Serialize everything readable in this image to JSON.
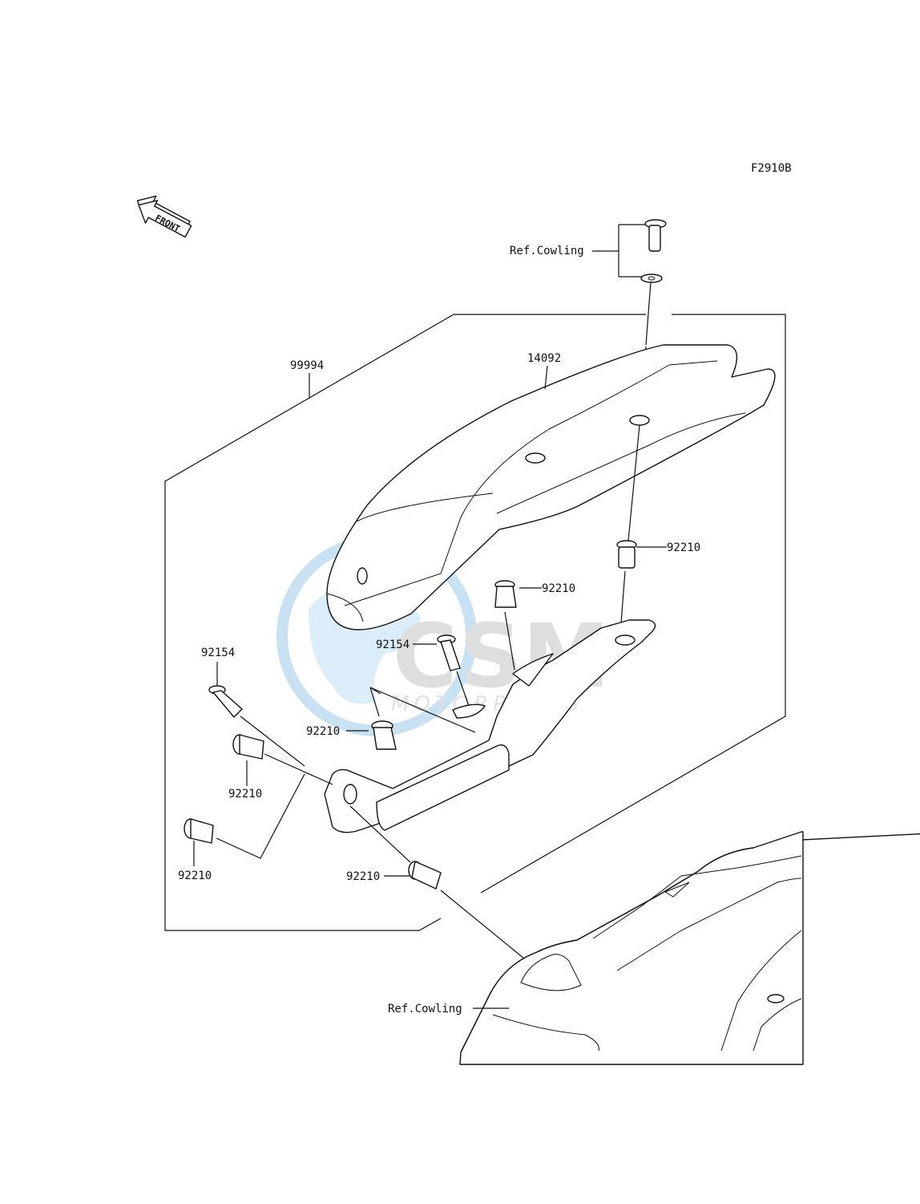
{
  "diagram_code": "F2910B",
  "front_label": "FRONT",
  "watermark": {
    "brand": "CSM",
    "sub": "MOTORPARTS"
  },
  "callouts": {
    "ref_cowling_top": "Ref.Cowling",
    "ref_cowling_bottom": "Ref.Cowling",
    "kit": "99994",
    "cover": "14092",
    "grommet_upper_right": "92210",
    "grommet_mid": "92210",
    "bolt_mid": "92154",
    "grommet_center": "92210",
    "bolt_left": "92154",
    "grommet_left_upper": "92210",
    "grommet_left_lower": "92210",
    "grommet_bottom": "92210"
  }
}
